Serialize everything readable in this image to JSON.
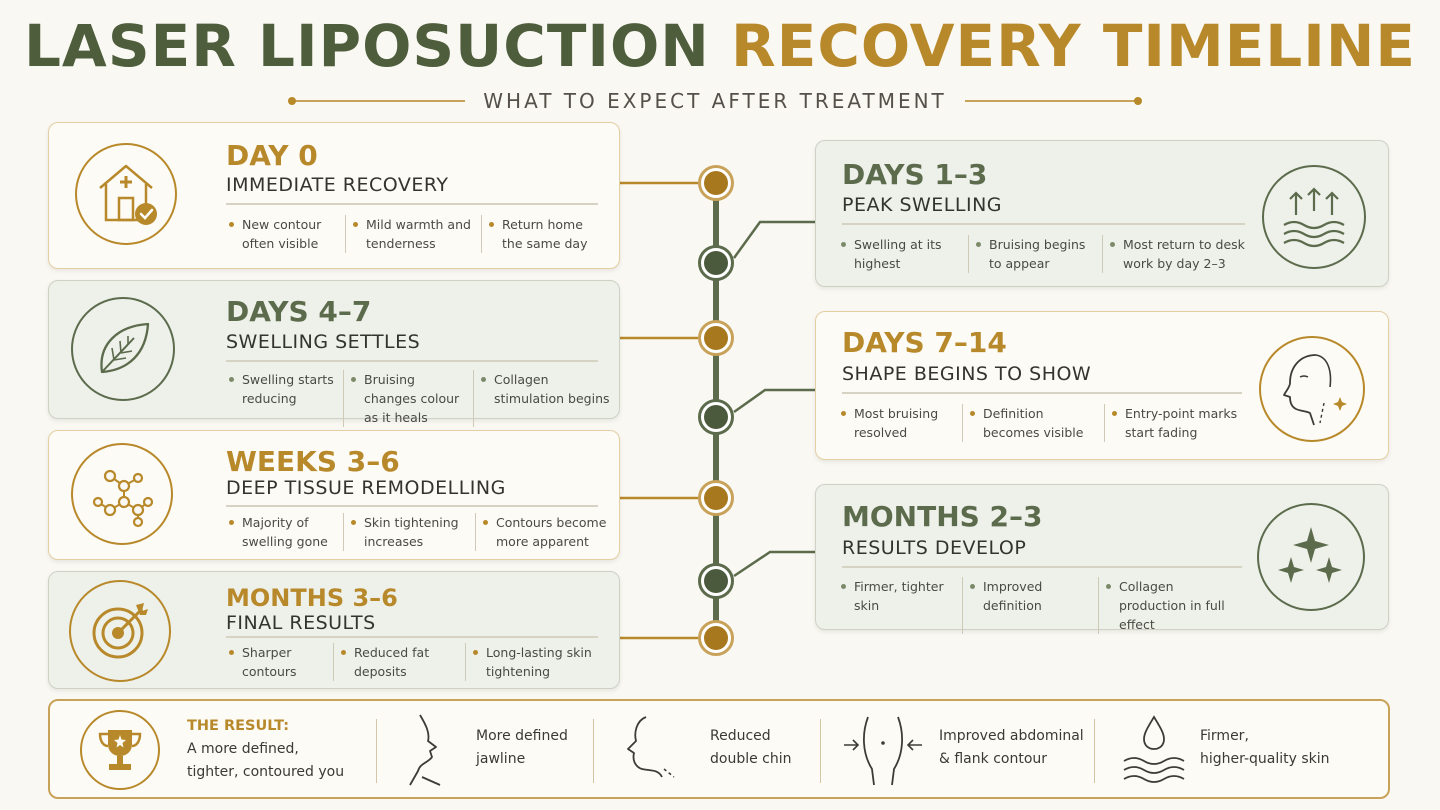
{
  "header": {
    "title_part1": "LASER LIPOSUCTION",
    "title_part2": "RECOVERY TIMELINE",
    "subtitle": "WHAT TO EXPECT AFTER TREATMENT"
  },
  "stages": [
    {
      "title": "DAY 0",
      "subtitle": "IMMEDIATE RECOVERY",
      "icon": "clinic-check-icon",
      "bullets": [
        "New contour often visible",
        "Mild warmth and tenderness",
        "Return home the same day"
      ]
    },
    {
      "title": "DAYS 1–3",
      "subtitle": "PEAK SWELLING",
      "icon": "swelling-waves-icon",
      "bullets": [
        "Swelling at its highest",
        "Bruising begins to appear",
        "Most return to desk work by day 2–3"
      ]
    },
    {
      "title": "DAYS 4–7",
      "subtitle": "SWELLING SETTLES",
      "icon": "leaf-icon",
      "bullets": [
        "Swelling starts reducing",
        "Bruising changes colour as it heals",
        "Collagen stimulation begins"
      ]
    },
    {
      "title": "DAYS 7–14",
      "subtitle": "SHAPE BEGINS TO SHOW",
      "icon": "face-profile-icon",
      "bullets": [
        "Most bruising resolved",
        "Definition becomes visible",
        "Entry-point marks start fading"
      ]
    },
    {
      "title": "WEEKS 3–6",
      "subtitle": "DEEP TISSUE REMODELLING",
      "icon": "molecule-icon",
      "bullets": [
        "Majority of swelling gone",
        "Skin tightening increases",
        "Contours become more apparent"
      ]
    },
    {
      "title": "MONTHS 2–3",
      "subtitle": "RESULTS DEVELOP",
      "icon": "sparkle-icon",
      "bullets": [
        "Firmer, tighter skin",
        "Improved definition",
        "Collagen production in full effect"
      ]
    },
    {
      "title": "MONTHS 3–6",
      "subtitle": "FINAL RESULTS",
      "icon": "target-icon",
      "bullets": [
        "Sharper contours",
        "Reduced fat deposits",
        "Long-lasting skin tightening"
      ]
    }
  ],
  "result": {
    "label": "THE RESULT:",
    "line1": "A more defined,",
    "line2": "tighter, contoured you",
    "icon": "trophy-icon",
    "items": [
      {
        "icon": "jawline-icon",
        "line1": "More defined",
        "line2": "jawline"
      },
      {
        "icon": "double-chin-icon",
        "line1": "Reduced",
        "line2": "double chin"
      },
      {
        "icon": "abdomen-icon",
        "line1": "Improved abdominal",
        "line2": "& flank contour"
      },
      {
        "icon": "skin-drop-icon",
        "line1": "Firmer,",
        "line2": "higher-quality skin"
      }
    ]
  },
  "colors": {
    "gold": "#b8892a",
    "green": "#5c6b4c",
    "background": "#faf8f3"
  }
}
